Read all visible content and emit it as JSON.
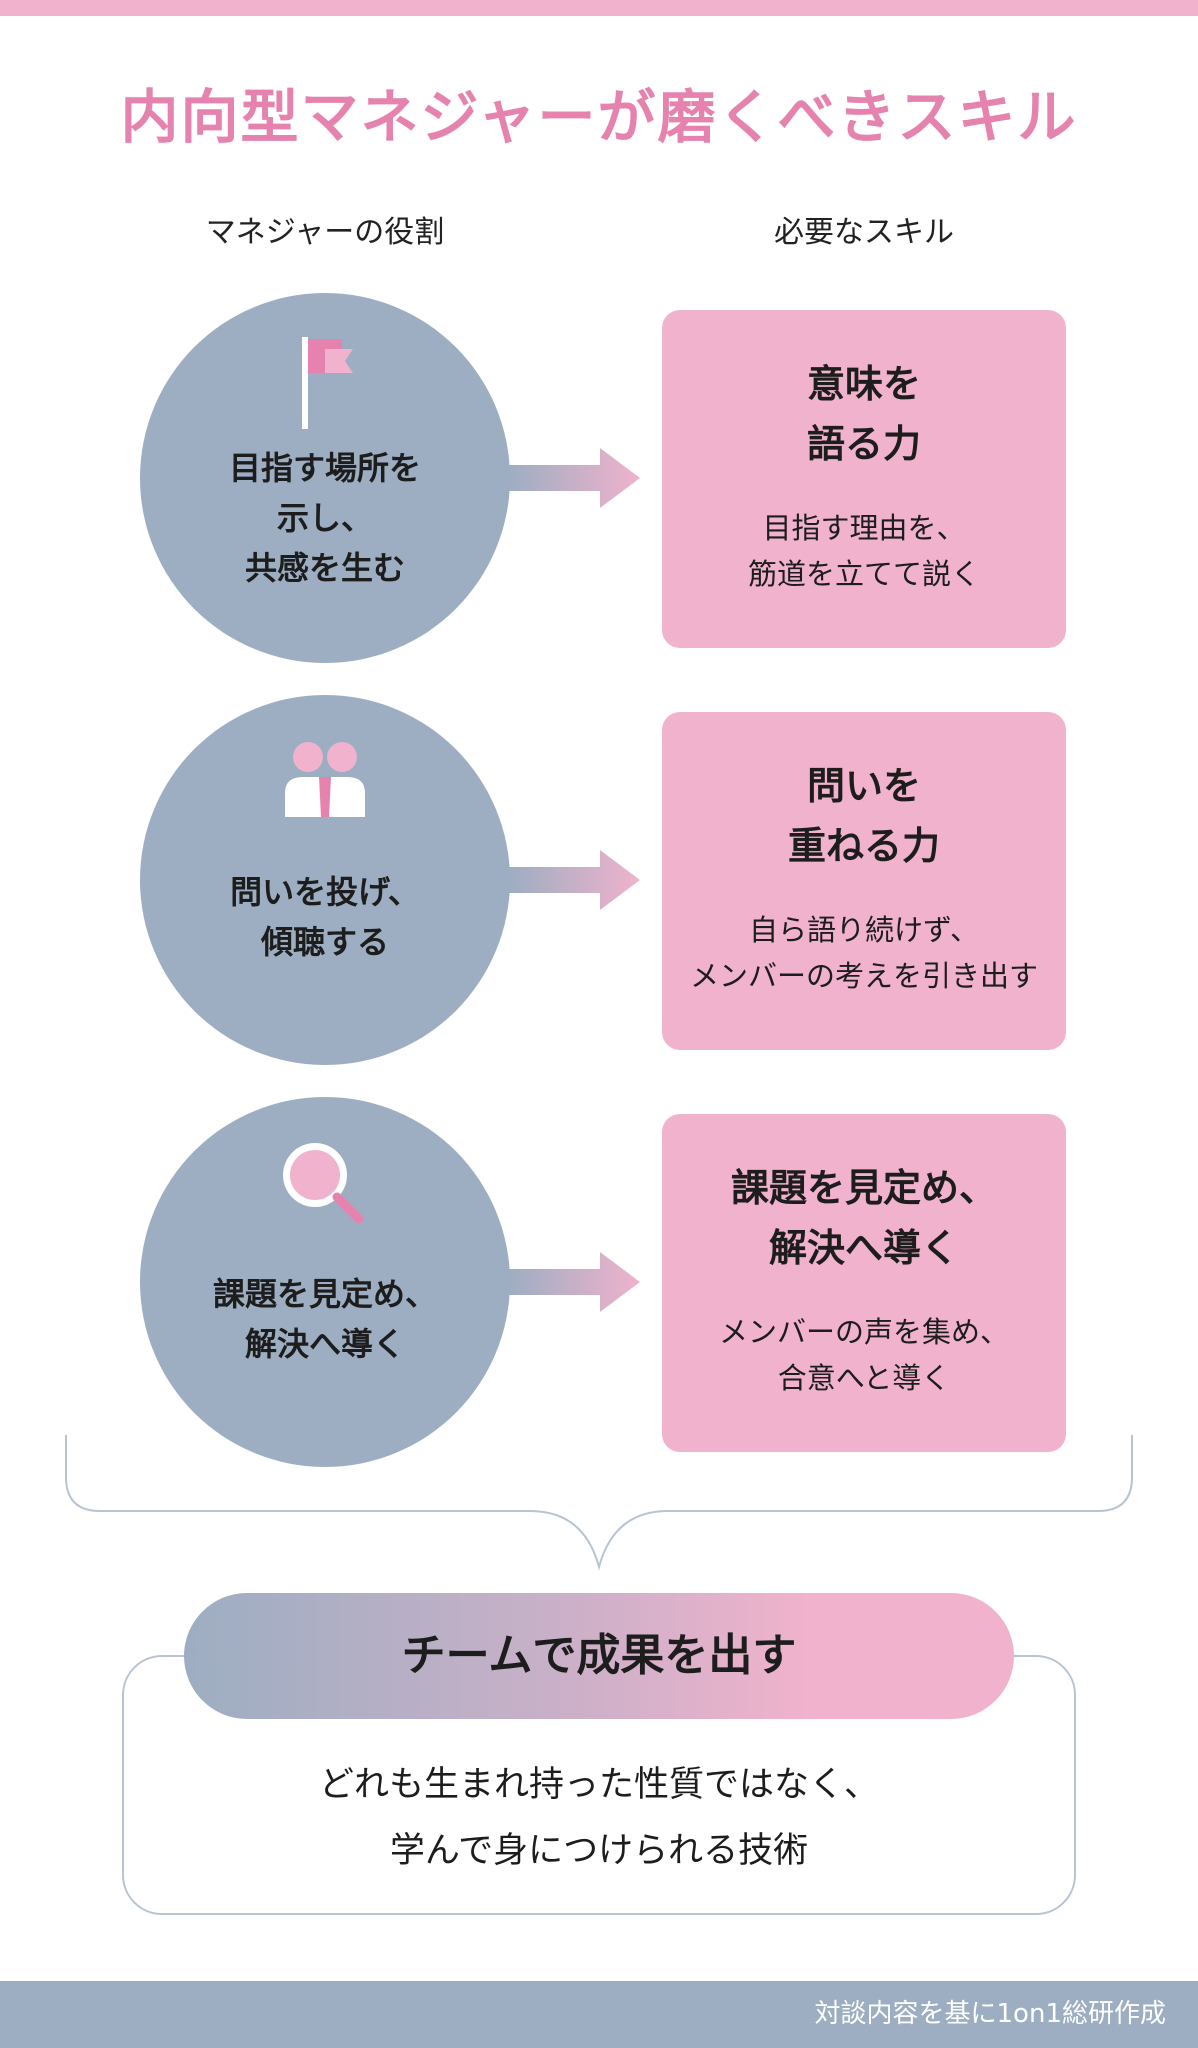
{
  "title": "内向型マネジャーが磨くべきスキル",
  "columns": {
    "left": "マネジャーの役割",
    "right": "必要なスキル"
  },
  "rows": [
    {
      "icon": "flag-icon",
      "role": "目指す場所を\n示し、\n共感を生む",
      "skill_title": "意味を\n語る力",
      "skill_desc": "目指す理由を、\n筋道を立てて説く"
    },
    {
      "icon": "people-icon",
      "role": "問いを投げ、\n傾聴する",
      "skill_title": "問いを\n重ねる力",
      "skill_desc": "自ら語り続けず、\nメンバーの考えを引き出す"
    },
    {
      "icon": "magnifier-icon",
      "role": "課題を見定め、\n解決へ導く",
      "skill_title": "課題を見定め、\n解決へ導く",
      "skill_desc": "メンバーの声を集め、\n合意へと導く"
    }
  ],
  "result": {
    "title": "チームで成果を出す",
    "text": "どれも生まれ持った性質ではなく、\n学んで身につけられる技術"
  },
  "footer": {
    "source": "対談内容を基に1on1総研作成"
  },
  "colors": {
    "accent_pink": "#e583ae",
    "card_pink": "#f0b2cc",
    "circle_gray_blue": "#9daec2"
  }
}
